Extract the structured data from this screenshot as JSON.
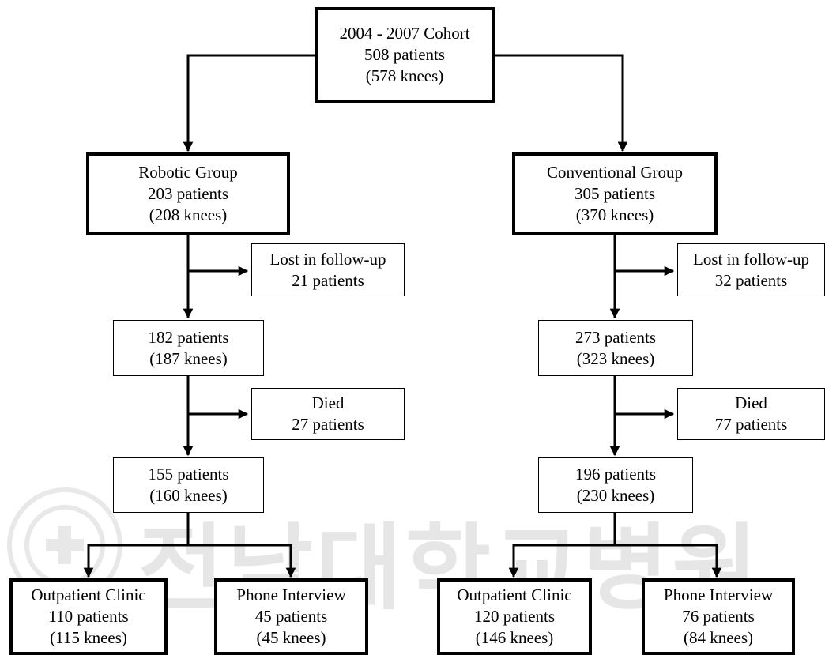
{
  "cohort": {
    "line1": "2004 - 2007 Cohort",
    "line2": "508 patients",
    "line3": "(578 knees)"
  },
  "robotic": {
    "group": {
      "line1": "Robotic Group",
      "line2": "203 patients",
      "line3": "(208 knees)"
    },
    "lost": {
      "line1": "Lost in follow-up",
      "line2": "21 patients"
    },
    "after_lost": {
      "line1": "182 patients",
      "line2": "(187 knees)"
    },
    "died": {
      "line1": "Died",
      "line2": "27 patients"
    },
    "after_died": {
      "line1": "155 patients",
      "line2": "(160 knees)"
    },
    "clinic": {
      "line1": "Outpatient Clinic",
      "line2": "110 patients",
      "line3": "(115 knees)"
    },
    "phone": {
      "line1": "Phone Interview",
      "line2": "45 patients",
      "line3": "(45 knees)"
    }
  },
  "conventional": {
    "group": {
      "line1": "Conventional Group",
      "line2": "305 patients",
      "line3": "(370 knees)"
    },
    "lost": {
      "line1": "Lost in follow-up",
      "line2": "32 patients"
    },
    "after_lost": {
      "line1": "273 patients",
      "line2": "(323 knees)"
    },
    "died": {
      "line1": "Died",
      "line2": "77 patients"
    },
    "after_died": {
      "line1": "196 patients",
      "line2": "(230 knees)"
    },
    "clinic": {
      "line1": "Outpatient Clinic",
      "line2": "120 patients",
      "line3": "(146 knees)"
    },
    "phone": {
      "line1": "Phone Interview",
      "line2": "76 patients",
      "line3": "(84 knees)"
    }
  },
  "watermark": {
    "text": "전남대학교병원",
    "color": "#e6e6e6"
  }
}
